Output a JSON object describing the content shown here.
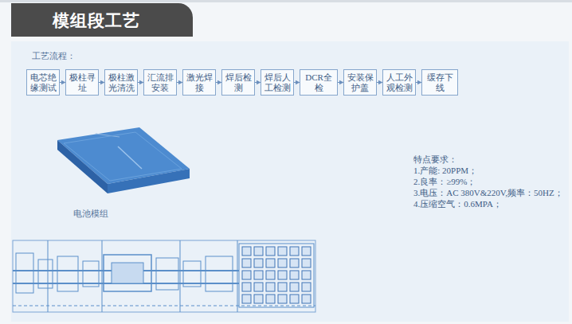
{
  "diagram": {
    "title": "模组段工艺",
    "nodes": [
      {
        "text": [
          "电芯绝缘测试"
        ]
      },
      {
        "text": [
          "极柱寻址"
        ]
      },
      {
        "text": [
          "极柱激光清洗"
        ]
      },
      {
        "text": [
          "汇流排安装"
        ]
      },
      {
        "text": [
          "激光焊接"
        ]
      },
      {
        "text": [
          "焊后检测"
        ]
      },
      {
        "text": [
          "焊后人工检测"
        ]
      },
      {
        "text": [
          "DCR全检"
        ]
      },
      {
        "text": [
          "安装保护盖"
        ]
      },
      {
        "text": [
          "人工外观检测"
        ]
      },
      {
        "text": [
          "缓存下线"
        ]
      }
    ],
    "edges": [
      {
        "from": 0,
        "to": 1,
        "arrow": "to"
      },
      {
        "from": 1,
        "to": 2,
        "arrow": "to"
      },
      {
        "from": 2,
        "to": 3,
        "arrow": "to"
      },
      {
        "from": 3,
        "to": 4,
        "arrow": "to"
      },
      {
        "from": 4,
        "to": 5,
        "arrow": "to"
      },
      {
        "from": 5,
        "to": 6,
        "arrow": "to"
      },
      {
        "from": 6,
        "to": 7,
        "arrow": "to"
      },
      {
        "from": 7,
        "to": 8,
        "arrow": "to"
      },
      {
        "from": 8,
        "to": 9,
        "arrow": "to"
      },
      {
        "from": 9,
        "to": 10,
        "arrow": "to"
      }
    ],
    "labels": [
      "工艺流程：",
      "电池模组",
      "特点要求：",
      "1.产能: 20PPM；",
      "2.良率：≥99%；",
      "3.电压：AC 380V&220V,频率：50HZ；",
      "4.压缩空气：0.6MPA；"
    ]
  }
}
